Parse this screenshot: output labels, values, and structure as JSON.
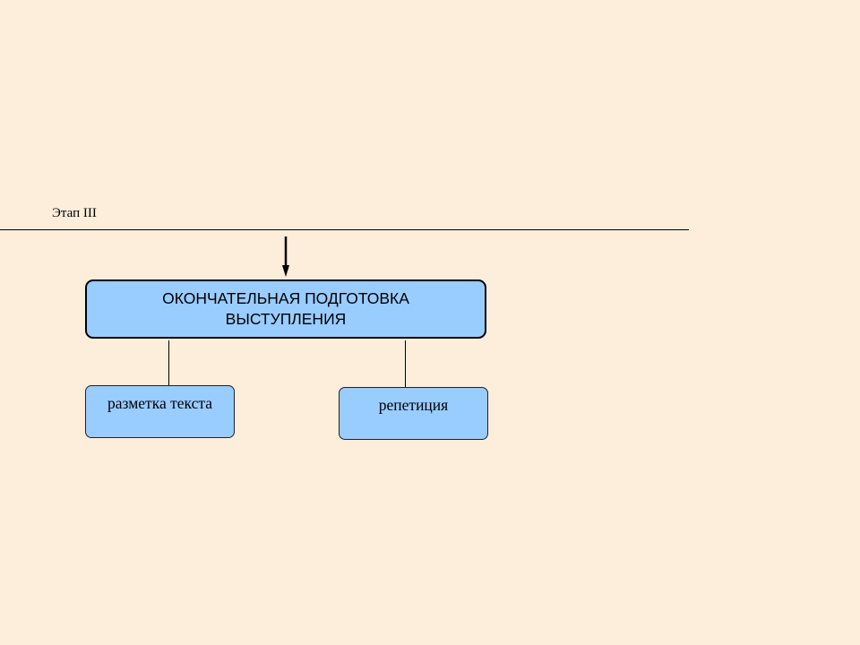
{
  "diagram": {
    "stage_label": "Этап III",
    "main_box": {
      "text": "ОКОНЧАТЕЛЬНАЯ ПОДГОТОВКА\nВЫСТУПЛЕНИЯ"
    },
    "children": [
      {
        "label": "разметка текста"
      },
      {
        "label": "репетиция"
      }
    ],
    "colors": {
      "background": "#fdeddb",
      "box_fill": "#99ccff",
      "stroke": "#000000"
    }
  }
}
